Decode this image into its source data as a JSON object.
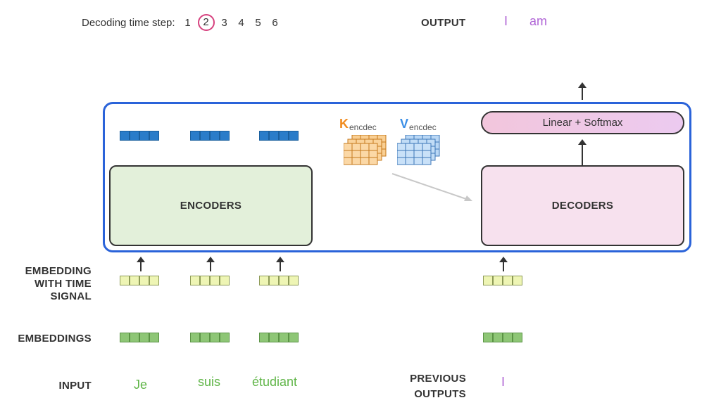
{
  "header": {
    "step_title": "Decoding time step:",
    "steps": [
      "1",
      "2",
      "3",
      "4",
      "5",
      "6"
    ],
    "active_step": "2",
    "output_label": "OUTPUT",
    "output_words": [
      "I",
      "am"
    ]
  },
  "model": {
    "encoders_label": "ENCODERS",
    "decoders_label": "DECODERS",
    "softmax_label": "Linear + Softmax",
    "k_letter": "K",
    "k_sub": "encdec",
    "v_letter": "V",
    "v_sub": "encdec"
  },
  "rows": {
    "embedding_time_label_1": "EMBEDDING",
    "embedding_time_label_2": "WITH TIME",
    "embedding_time_label_3": "SIGNAL",
    "embeddings_label": "EMBEDDINGS",
    "input_label": "INPUT",
    "previous_label_1": "PREVIOUS",
    "previous_label_2": "OUTPUTS"
  },
  "inputs": [
    "Je",
    "suis",
    "étudiant"
  ],
  "previous_outputs": [
    "I"
  ],
  "colors": {
    "outer_border": "#2a63d9",
    "encoder_fill": "#e3f0da",
    "decoder_fill": "#f7e1ee",
    "key_color": "#f08a1c",
    "value_color": "#3a8ee6",
    "input_word": "#5fb547",
    "output_word": "#b065d6",
    "active_step_ring": "#d6417e"
  }
}
